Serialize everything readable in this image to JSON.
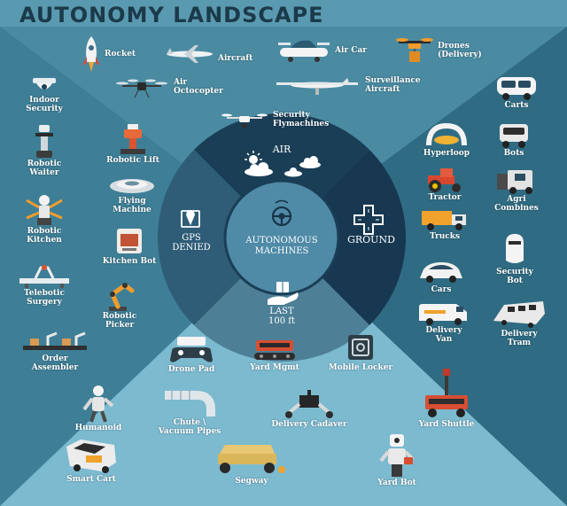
{
  "title": "AUTONOMY LANDSCAPE",
  "colors": {
    "background": "#5a9ab0",
    "top_wedge": "#4a8ba2",
    "left_wedge": "#3e7f97",
    "right_wedge": "#2f6c83",
    "bottom_wedge": "#7cbad0",
    "ring_air": "#1a3e56",
    "ring_ground": "#173850",
    "ring_gps": "#2f5d78",
    "ring_last": "#4d7f96",
    "center": "#4f8aa6"
  },
  "wheel": {
    "center_label": "AUTONOMOUS\nMACHINES",
    "center_icon": "steering-wheel-icon",
    "segments": [
      {
        "label": "AIR",
        "icon": "sun-clouds-icon"
      },
      {
        "label": "GROUND",
        "icon": "crossroads-icon"
      },
      {
        "label": "LAST\n100 ft",
        "icon": "hand-package-icon"
      },
      {
        "label": "GPS\nDENIED",
        "icon": "map-pin-icon"
      }
    ]
  },
  "sections": {
    "air": [
      {
        "label": "Rocket",
        "icon": "rocket-icon"
      },
      {
        "label": "Aircraft",
        "icon": "aircraft-icon"
      },
      {
        "label": "Air Car",
        "icon": "air-car-icon"
      },
      {
        "label": "Drones\n(Delivery)",
        "icon": "delivery-drone-icon"
      },
      {
        "label": "Air\nOctocopter",
        "icon": "octocopter-icon"
      },
      {
        "label": "Surveillance\nAircraft",
        "icon": "surveillance-aircraft-icon"
      },
      {
        "label": "Security\nFlymachines",
        "icon": "security-drone-icon"
      }
    ],
    "gps_denied": [
      {
        "label": "Indoor\nSecurity",
        "icon": "security-camera-icon"
      },
      {
        "label": "Robotic\nWaiter",
        "icon": "robotic-waiter-icon"
      },
      {
        "label": "Robotic Lift",
        "icon": "robotic-lift-icon"
      },
      {
        "label": "Flying\nMachine",
        "icon": "flying-machine-icon"
      },
      {
        "label": "Robotic\nKitchen",
        "icon": "robotic-kitchen-icon"
      },
      {
        "label": "Kitchen Bot",
        "icon": "kitchen-bot-icon"
      },
      {
        "label": "Telebotic\nSurgery",
        "icon": "telebotic-surgery-icon"
      },
      {
        "label": "Robotic\nPicker",
        "icon": "robotic-picker-icon"
      },
      {
        "label": "Order\nAssembler",
        "icon": "order-assembler-icon"
      }
    ],
    "ground": [
      {
        "label": "Carts",
        "icon": "cart-icon"
      },
      {
        "label": "Hyperloop",
        "icon": "hyperloop-icon"
      },
      {
        "label": "Bots",
        "icon": "bot-icon"
      },
      {
        "label": "Tractor",
        "icon": "tractor-icon"
      },
      {
        "label": "Agri\nCombines",
        "icon": "combine-icon"
      },
      {
        "label": "Trucks",
        "icon": "truck-icon"
      },
      {
        "label": "Security\nBot",
        "icon": "security-bot-icon"
      },
      {
        "label": "Cars",
        "icon": "car-icon"
      },
      {
        "label": "Delivery\nVan",
        "icon": "delivery-van-icon"
      },
      {
        "label": "Delivery\nTram",
        "icon": "delivery-tram-icon"
      }
    ],
    "last_100ft": [
      {
        "label": "Drone Pad",
        "icon": "drone-pad-icon"
      },
      {
        "label": "Yard Mgmt",
        "icon": "yard-mgmt-icon"
      },
      {
        "label": "Mobile Locker",
        "icon": "mobile-locker-icon"
      },
      {
        "label": "Humanoid",
        "icon": "humanoid-icon"
      },
      {
        "label": "Chute \\\nVacuum Pipes",
        "icon": "vacuum-pipe-icon"
      },
      {
        "label": "Delivery Cadaver",
        "icon": "delivery-cadaver-icon"
      },
      {
        "label": "Yard Shuttle",
        "icon": "yard-shuttle-icon"
      },
      {
        "label": "Smart Cart",
        "icon": "smart-cart-icon"
      },
      {
        "label": "Segway",
        "icon": "segway-icon"
      },
      {
        "label": "Yard Bot",
        "icon": "yard-bot-icon"
      }
    ]
  }
}
